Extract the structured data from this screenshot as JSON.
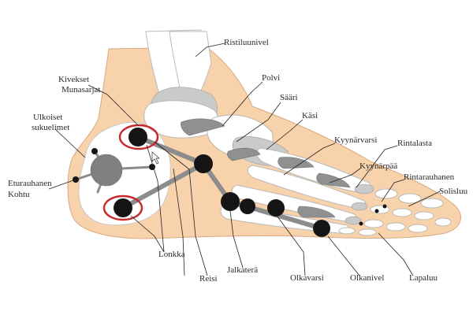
{
  "labels": {
    "ristiluunivel": "Ristiluunivel",
    "polvi": "Polvi",
    "saari": "Sääri",
    "kasi": "Käsi",
    "kyynarvarsi": "Kyynärvarsi",
    "rintalasta": "Rintalasta",
    "kyynarpaa": "Kyynärpää",
    "rintarauhanen": "Rintarauhanen",
    "solisluu": "Solisluu",
    "lapaluu": "Lapaluu",
    "olkanivel": "Olkanivel",
    "olkavarsi": "Olkavarsi",
    "jalkatera": "Jalkaterä",
    "reisi": "Reisi",
    "lonkka": "Lonkka",
    "kohtu": "Kohtu",
    "eturauhanen": "Eturauhanen",
    "ulkoiset_line1": "Ulkoiset",
    "ulkoiset_line2": "sukuelimet",
    "kivekset_line1": "Kivekset",
    "kivekset_line2": "Munasarjat"
  },
  "colors": {
    "skin": "#f7d2aa",
    "bone_shadow": "#dcdcdc",
    "highlight_ring": "#c8262a",
    "point": "#151515"
  }
}
